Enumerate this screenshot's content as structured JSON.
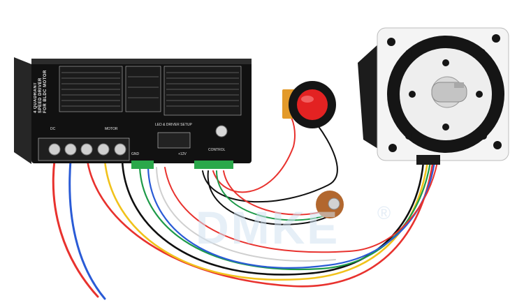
{
  "driver": {
    "title_line1": "4 QUADRANT",
    "title_line2": "SPEED DRIVER",
    "title_line3": "FOR BLDC MOTOR",
    "section_dc": "DC",
    "section_motor": "MOTOR",
    "section_setup": "LED & DRIVER SETUP",
    "section_control": "CONTROL",
    "terminal_gnd": "GND",
    "terminal_12v": "+12V"
  },
  "watermark": {
    "brand": "DMKE",
    "registered": "®"
  },
  "colors": {
    "background": "#ffffff",
    "driver_body": "#111111",
    "button_red": "#e32222",
    "terminal_green": "#2aa84a",
    "wire_red": "#e8322e",
    "wire_blue": "#2a5bd6",
    "wire_yellow": "#f1c21b",
    "wire_black": "#101010",
    "wire_green": "#1e9a49",
    "motor_face": "#f4f4f4"
  }
}
